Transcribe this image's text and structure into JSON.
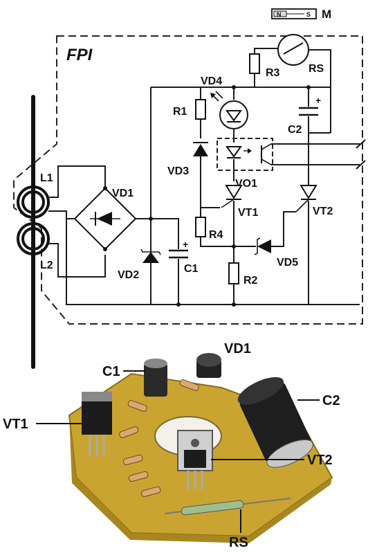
{
  "figure": {
    "module_label": "FPI",
    "magnet": {
      "pole_n": "N",
      "pole_s": "S",
      "label": "M"
    },
    "schematic_labels": {
      "l1": "L1",
      "l2": "L2",
      "vd1": "VD1",
      "vd2": "VD2",
      "vd3": "VD3",
      "vd4": "VD4",
      "vd5": "VD5",
      "c1": "C1",
      "c2": "C2",
      "r1": "R1",
      "r2": "R2",
      "r3": "R3",
      "r4": "R4",
      "rs": "RS",
      "vo1": "VO1",
      "vt1": "VT1",
      "vt2": "VT2",
      "plus_c1": "+",
      "plus_c2": "+"
    },
    "photo_labels": {
      "c1": "C1",
      "vd1": "VD1",
      "c2": "C2",
      "vt1": "VT1",
      "vt2": "VT2",
      "rs": "RS"
    }
  }
}
